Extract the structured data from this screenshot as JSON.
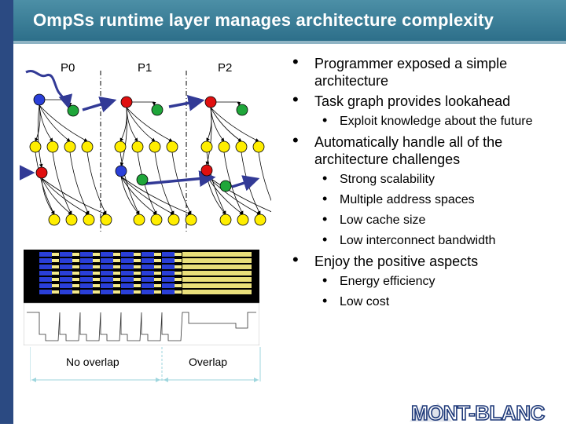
{
  "slide": {
    "title": "OmpSs runtime layer manages architecture complexity"
  },
  "diagram": {
    "processors": [
      "P0",
      "P1",
      "P2"
    ]
  },
  "trace": {
    "left_label": "No overlap",
    "right_label": "Overlap"
  },
  "bullets": [
    {
      "text": "Programmer exposed a simple architecture",
      "sub": []
    },
    {
      "text": "Task graph provides lookahead",
      "sub": [
        "Exploit knowledge about the future"
      ]
    },
    {
      "text": "Automatically handle all of the architecture challenges",
      "sub": [
        "Strong scalability",
        "Multiple address spaces",
        "Low cache size",
        "Low interconnect bandwidth"
      ]
    },
    {
      "text": "Enjoy the positive aspects",
      "sub": [
        "Energy efficiency",
        "Low cost"
      ]
    }
  ],
  "logo": {
    "text": "MONT-BLANC"
  },
  "colors": {
    "title_bar": "#2d6f8a",
    "left_bar": "#2b4a82",
    "node_blue": "#2a3fd8",
    "node_red": "#e01010",
    "node_green": "#1fa63a",
    "node_yellow": "#ffee00",
    "arrow": "#323a96"
  }
}
